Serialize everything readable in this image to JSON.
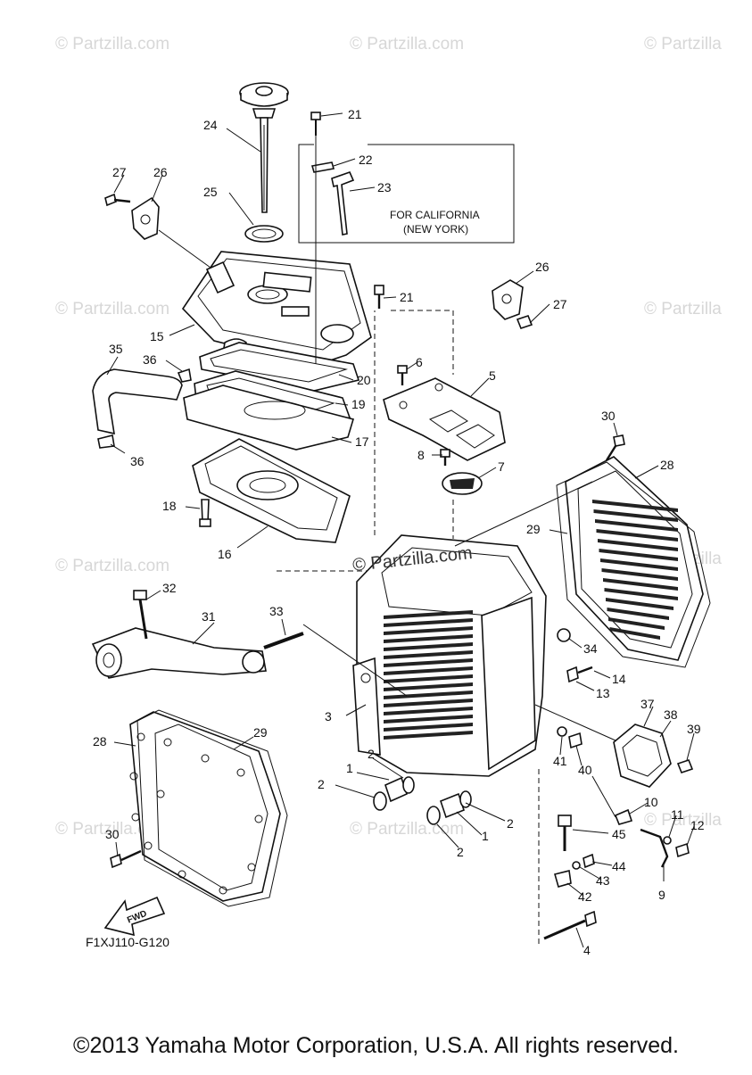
{
  "watermarks": [
    "© Partzilla.com",
    "© Partzilla.com",
    "© Partzilla",
    "© Partzilla.com",
    "© Partzilla",
    "© Partzilla.com",
    "© Partzilla",
    "© Partzilla.com",
    "© Partzilla.com",
    "© Partzilla"
  ],
  "watermark_center": "© Partzilla.com",
  "california_note": {
    "line1": "FOR CALIFORNIA",
    "line2": "(NEW YORK)"
  },
  "fwd_label": "FWD",
  "diagram_code": "F1XJ110-G120",
  "copyright": "©2013 Yamaha Motor Corporation, U.S.A. All rights reserved.",
  "callouts": [
    "24",
    "21",
    "22",
    "23",
    "27",
    "26",
    "25",
    "21",
    "26",
    "27",
    "15",
    "35",
    "36",
    "6",
    "5",
    "20",
    "19",
    "17",
    "36",
    "8",
    "7",
    "30",
    "28",
    "18",
    "16",
    "29",
    "32",
    "31",
    "33",
    "34",
    "14",
    "13",
    "3",
    "37",
    "38",
    "39",
    "28",
    "29",
    "41",
    "40",
    "1",
    "2",
    "2",
    "1",
    "2",
    "2",
    "10",
    "11",
    "12",
    "45",
    "44",
    "43",
    "42",
    "9",
    "30",
    "4"
  ]
}
